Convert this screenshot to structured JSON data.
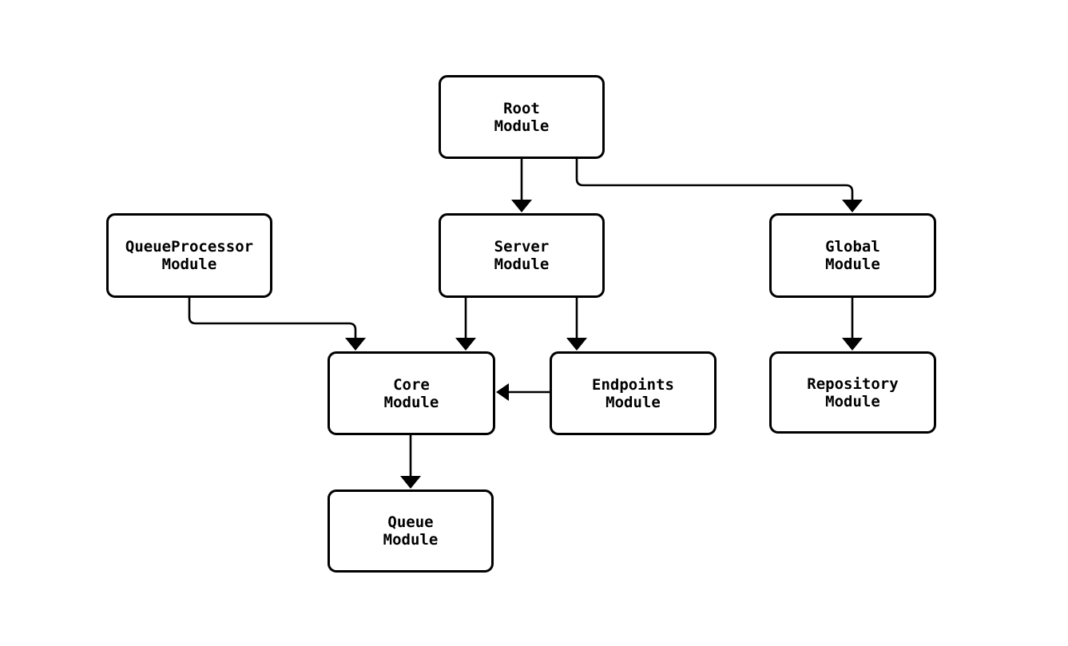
{
  "diagram": {
    "type": "flowchart",
    "background_color": "#ffffff",
    "node_fill_color": "#ffffff",
    "node_border_color": "#000000",
    "edge_color": "#000000",
    "nodes": {
      "root": {
        "label": "Root\nModule"
      },
      "queueprocessor": {
        "label": "QueueProcessor\nModule"
      },
      "server": {
        "label": "Server\nModule"
      },
      "global": {
        "label": "Global\nModule"
      },
      "core": {
        "label": "Core\nModule"
      },
      "endpoints": {
        "label": "Endpoints\nModule"
      },
      "repository": {
        "label": "Repository\nModule"
      },
      "queue": {
        "label": "Queue\nModule"
      }
    },
    "edges": [
      {
        "from": "Root Module",
        "to": "Server Module"
      },
      {
        "from": "Root Module",
        "to": "Global Module"
      },
      {
        "from": "QueueProcessor Module",
        "to": "Core Module"
      },
      {
        "from": "Server Module",
        "to": "Core Module"
      },
      {
        "from": "Server Module",
        "to": "Endpoints Module"
      },
      {
        "from": "Endpoints Module",
        "to": "Core Module"
      },
      {
        "from": "Global Module",
        "to": "Repository Module"
      },
      {
        "from": "Core Module",
        "to": "Queue Module"
      }
    ]
  }
}
